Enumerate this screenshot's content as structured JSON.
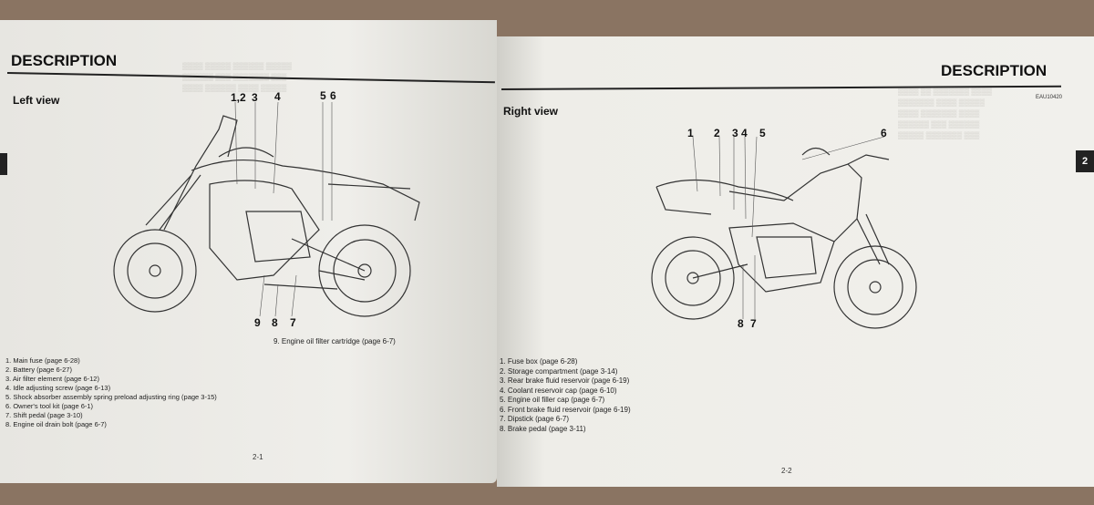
{
  "left": {
    "header": "DESCRIPTION",
    "subheader": "Left view",
    "callouts_top": [
      "1,2",
      "3",
      "4",
      "5",
      "6"
    ],
    "callouts_bottom": [
      "9",
      "8",
      "7"
    ],
    "caption": "9. Engine oil filter cartridge (page 6-7)",
    "items": [
      "1. Main fuse (page 6-28)",
      "2. Battery (page 6-27)",
      "3. Air filter element (page 6-12)",
      "4. Idle adjusting screw (page 6-13)",
      "5. Shock absorber assembly spring preload adjusting ring (page 3-15)",
      "6. Owner's tool kit (page 6-1)",
      "7. Shift pedal (page 3-10)",
      "8. Engine oil drain bolt (page 6-7)"
    ],
    "page_number": "2-1"
  },
  "right": {
    "header": "DESCRIPTION",
    "code": "EAU10420",
    "subheader": "Right view",
    "callouts_top": [
      "1",
      "2",
      "3",
      "4",
      "5",
      "6"
    ],
    "callouts_bottom": [
      "8",
      "7"
    ],
    "items": [
      "1. Fuse box (page 6-28)",
      "2. Storage compartment (page 3-14)",
      "3. Rear brake fluid reservoir (page 6-19)",
      "4. Coolant reservoir cap (page 6-10)",
      "5. Engine oil filler cap (page 6-7)",
      "6. Front brake fluid reservoir (page 6-19)",
      "7. Dipstick (page 6-7)",
      "8. Brake pedal (page 3-11)"
    ],
    "page_number": "2-2",
    "tab": "2"
  }
}
